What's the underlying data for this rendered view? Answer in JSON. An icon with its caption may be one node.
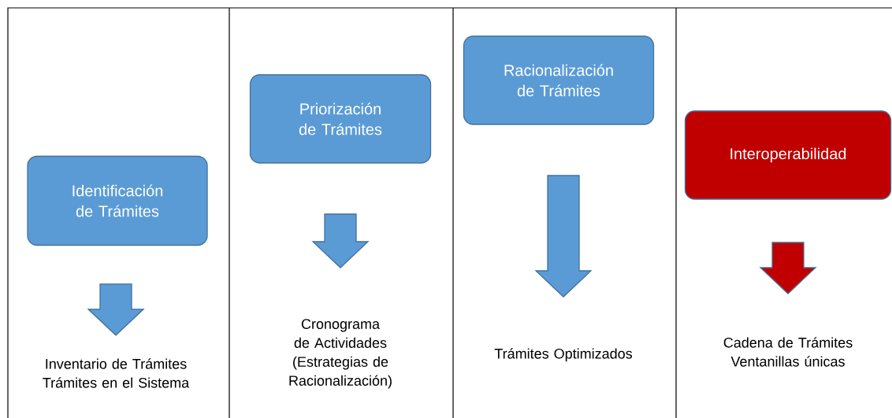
{
  "diagram": {
    "nodes": [
      {
        "text": [
          "Identificación de Trámites"
        ]
      },
      {
        "text": [
          "Inventario de Trámites Trámites en el Sistema"
        ]
      },
      {
        "text": [
          "Priorización de Trámites"
        ]
      },
      {
        "text": [
          "Cronograma de Actividades (Estrategias de Racionalización)"
        ]
      },
      {
        "text": [
          "Racionalización de Trámites"
        ]
      },
      {
        "text": [
          "Trámites Optimizados"
        ]
      },
      {
        "text": [
          "Interoperabilidad"
        ]
      },
      {
        "text": [
          "Cadena de Trámites Ventanillas únicas"
        ]
      }
    ],
    "edges": [
      {
        "from": 0,
        "to": 1,
        "arrow": "to"
      },
      {
        "from": 2,
        "to": 3,
        "arrow": "to"
      },
      {
        "from": 4,
        "to": 5,
        "arrow": "to"
      },
      {
        "from": 6,
        "to": 7,
        "arrow": "to",
        "color": "#c00000"
      }
    ]
  }
}
